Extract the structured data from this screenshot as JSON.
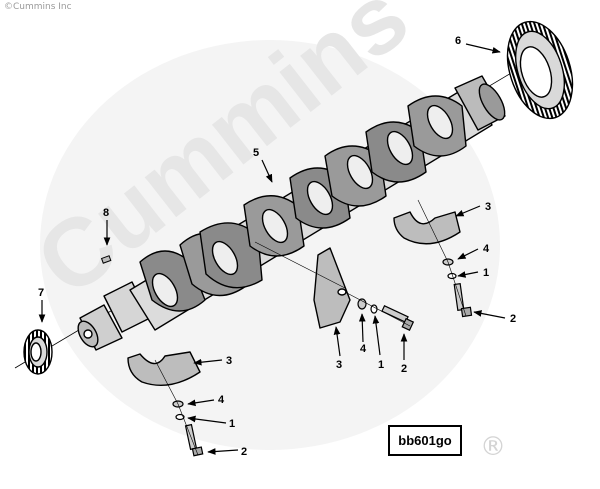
{
  "copyright": "©Cummins Inc",
  "watermark": {
    "text": "Cummins",
    "mark": "®"
  },
  "figure_code": "bb601go",
  "callouts": {
    "c1a": "1",
    "c1b": "1",
    "c1c": "1",
    "c2a": "2",
    "c2b": "2",
    "c2c": "2",
    "c3a": "3",
    "c3b": "3",
    "c3c": "3",
    "c4a": "4",
    "c4b": "4",
    "c4c": "4",
    "c5": "5",
    "c6": "6",
    "c7": "7",
    "c8": "8"
  },
  "parts": [
    {
      "ref": "crankshaft",
      "callout": "5"
    },
    {
      "ref": "crankshaft-gear",
      "callout": "6"
    },
    {
      "ref": "front-gear",
      "callout": "7"
    },
    {
      "ref": "dowel-pin",
      "callout": "8"
    },
    {
      "ref": "main-bearing-cap",
      "callout": "3"
    },
    {
      "ref": "washer",
      "callout": "4"
    },
    {
      "ref": "ring",
      "callout": "1"
    },
    {
      "ref": "capscrew",
      "callout": "2"
    }
  ]
}
